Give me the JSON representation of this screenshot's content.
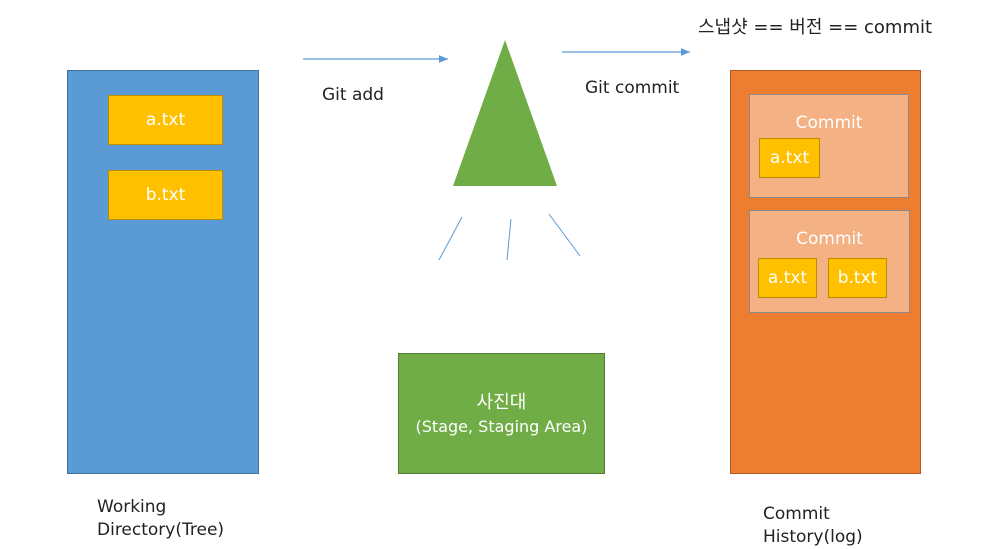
{
  "title": "스냅샷 == 버전 == commit",
  "working_directory": {
    "label_line1": "Working",
    "label_line2": "Directory(Tree)",
    "files": [
      "a.txt",
      "b.txt"
    ]
  },
  "actions": {
    "add": "Git add",
    "commit": "Git commit"
  },
  "stage": {
    "name": "사진대",
    "subtitle": "(Stage, Staging Area)"
  },
  "history": {
    "label_line1": "Commit",
    "label_line2": "History(log)",
    "commits": [
      {
        "title": "Commit",
        "files": [
          "a.txt"
        ]
      },
      {
        "title": "Commit",
        "files": [
          "a.txt",
          "b.txt"
        ]
      }
    ]
  },
  "colors": {
    "working": "#5b9bd5",
    "file": "#ffc000",
    "stage": "#70ad47",
    "history": "#ed7d31",
    "commit": "#f4b183",
    "arrow": "#5b9bd5"
  }
}
